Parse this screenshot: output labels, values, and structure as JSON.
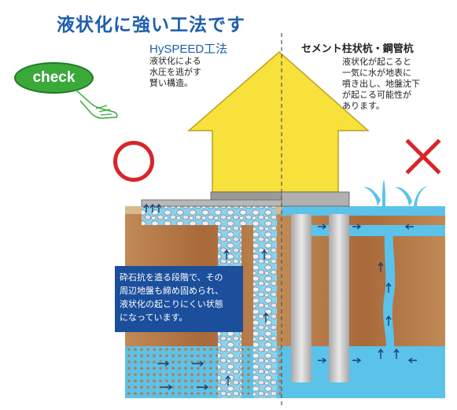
{
  "title": "液状化に強い工法です",
  "check_button": "check",
  "left_method": {
    "name": "HySPEED工法",
    "description": [
      "液状化による",
      "水圧を逃がす",
      "賢い構造。"
    ]
  },
  "right_method": {
    "name": "セメント柱状杭・鋼管杭",
    "description": [
      "液状化が起こると",
      "一気に水が地表に",
      "噴き出し、地盤沈下",
      "が起こる可能性が",
      "あります。"
    ]
  },
  "note": [
    "砕石抗を造る段階で、その",
    "周辺地盤も締め固められ、",
    "液状化の起こりにくい状態",
    "になっています。"
  ],
  "symbols": {
    "good": "○",
    "bad": "×"
  },
  "colors": {
    "title": "#1e5fae",
    "house": "#f7e13a",
    "soil": "#b57a45",
    "water": "#5bc2ea",
    "good_mark": "#d7262b",
    "bad_mark": "#d7262b",
    "check": "#3aa93a",
    "note_box": "#1b4f9c"
  }
}
